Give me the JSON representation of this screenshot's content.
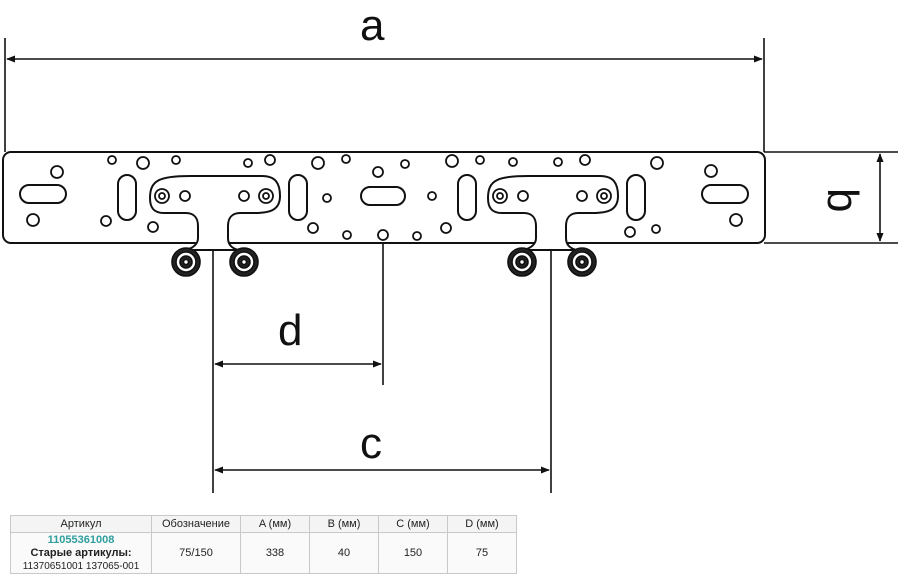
{
  "drawing": {
    "dimension_labels": {
      "a": "a",
      "b": "b",
      "c": "c",
      "d": "d"
    }
  },
  "table": {
    "headers": [
      "Артикул",
      "Обозначение",
      "A (мм)",
      "B (мм)",
      "C (мм)",
      "D (мм)"
    ],
    "row": {
      "article": "11055361008",
      "old_articles_label": "Старые артикулы:",
      "old_articles": "11370651001 137065-001",
      "designation": "75/150",
      "a_mm": "338",
      "b_mm": "40",
      "c_mm": "150",
      "d_mm": "75"
    },
    "colors": {
      "article": "#2e9e9e"
    }
  }
}
